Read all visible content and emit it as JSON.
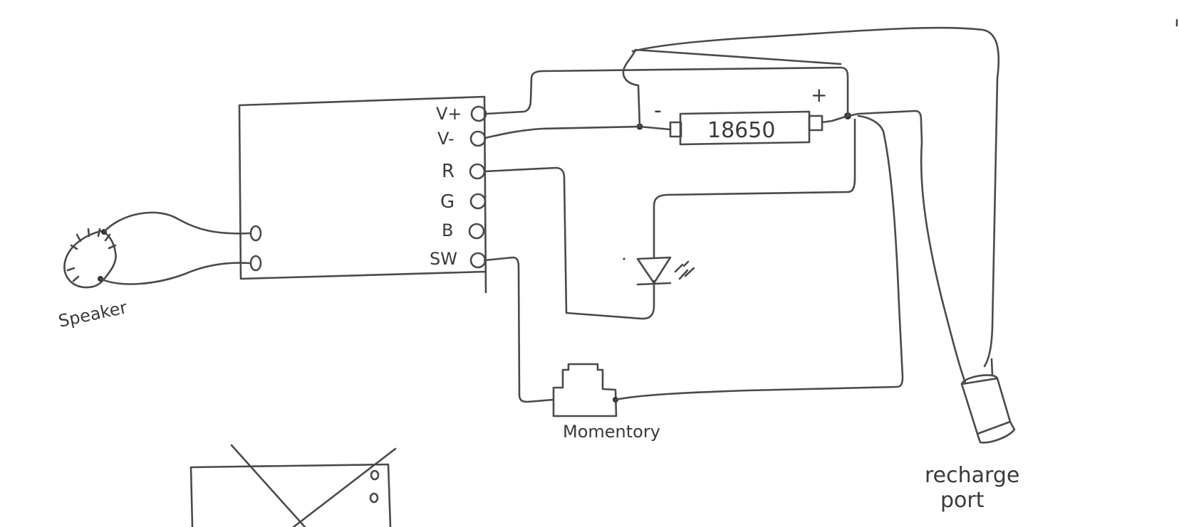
{
  "diagram": {
    "module": {
      "pins": [
        "V+",
        "V-",
        "R",
        "G",
        "B",
        "SW"
      ]
    },
    "battery": {
      "label": "18650",
      "minus": "-",
      "plus": "+"
    },
    "labels": {
      "speaker": "Speaker",
      "switch": "Momentory",
      "port_line1": "recharge",
      "port_line2": "port"
    },
    "colors": {
      "ink": "#4a4a4a",
      "paper": "#ffffff"
    }
  }
}
